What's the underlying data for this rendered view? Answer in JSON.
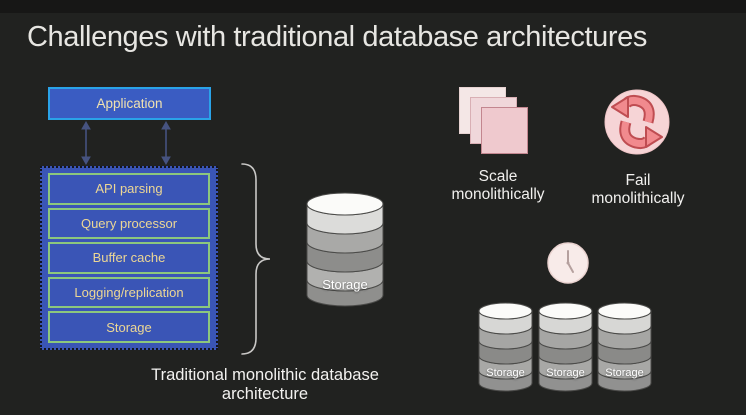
{
  "title": "Challenges with traditional database architectures",
  "left_diagram": {
    "application_label": "Application",
    "monolith_layers": [
      "API parsing",
      "Query processor",
      "Buffer cache",
      "Logging/replication",
      "Storage"
    ],
    "storage_cylinder_label": "Storage",
    "caption": "Traditional monolithic database architecture"
  },
  "right_panel": {
    "scale_caption": "Scale monolithically",
    "fail_caption": "Fail monolithically",
    "storage_cylinder_labels": [
      "Storage",
      "Storage",
      "Storage"
    ],
    "icons": {
      "scale": "stacked-squares-icon",
      "fail": "sync-arrows-icon",
      "wait": "clock-icon"
    }
  },
  "colors": {
    "background": "#212220",
    "box_blue_fill": "#3a56b8",
    "application_border_cyan": "#2aa3e8",
    "layer_border_green": "#8cc77d",
    "layer_text_gold": "#ecd795",
    "title_text": "#e7e6e2",
    "pink_icon_light": "#f6d4d6",
    "pink_arrow": "#f18a8e",
    "cylinder_greys": [
      "#dcdcda",
      "#a9a9a7",
      "#8d8d8b",
      "#b1b1af",
      "#8f8f8d"
    ]
  }
}
